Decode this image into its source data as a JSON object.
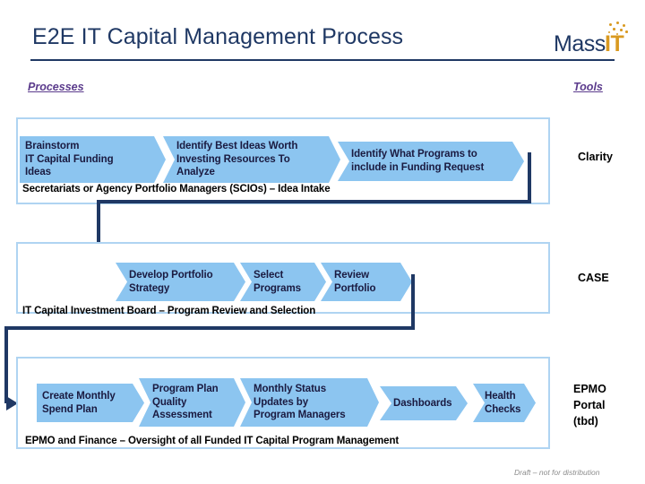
{
  "slide": {
    "title": "E2E IT Capital Management Process",
    "footer_note": "Draft – not for distribution"
  },
  "logo": {
    "word_mass": "Mass",
    "word_it": "IT",
    "color_mass": "#1F3864",
    "color_it": "#D99A21"
  },
  "column_headings": {
    "processes": "Processes",
    "tools": "Tools",
    "color": "#5B3B8C"
  },
  "colors": {
    "chevron_fill": "#8CC5F0",
    "panel_border": "#AFD4F2",
    "connector": "#1F3864",
    "title": "#1F3864"
  },
  "rows": [
    {
      "caption": "Secretariats or Agency Portfolio Managers (SCIOs) – Idea Intake",
      "tool": "Clarity",
      "steps": [
        {
          "label": "Brainstorm\nIT Capital Funding\nIdeas"
        },
        {
          "label": "Identify Best Ideas Worth\nInvesting Resources To\nAnalyze"
        },
        {
          "label": "Identify What Programs to\ninclude in Funding Request"
        }
      ]
    },
    {
      "caption": "IT Capital Investment Board – Program Review and Selection",
      "tool": "CASE",
      "steps": [
        {
          "label": "Develop Portfolio\nStrategy"
        },
        {
          "label": "Select\nPrograms"
        },
        {
          "label": "Review\nPortfolio"
        }
      ]
    },
    {
      "caption": "EPMO and Finance – Oversight of all Funded IT Capital Program Management",
      "tool": "EPMO\nPortal\n(tbd)",
      "steps": [
        {
          "label": "Create Monthly\nSpend Plan"
        },
        {
          "label": "Program Plan\nQuality\nAssessment"
        },
        {
          "label": "Monthly Status\nUpdates by\nProgram Managers"
        },
        {
          "label": "Dashboards"
        },
        {
          "label": "Health\nChecks"
        }
      ]
    }
  ]
}
